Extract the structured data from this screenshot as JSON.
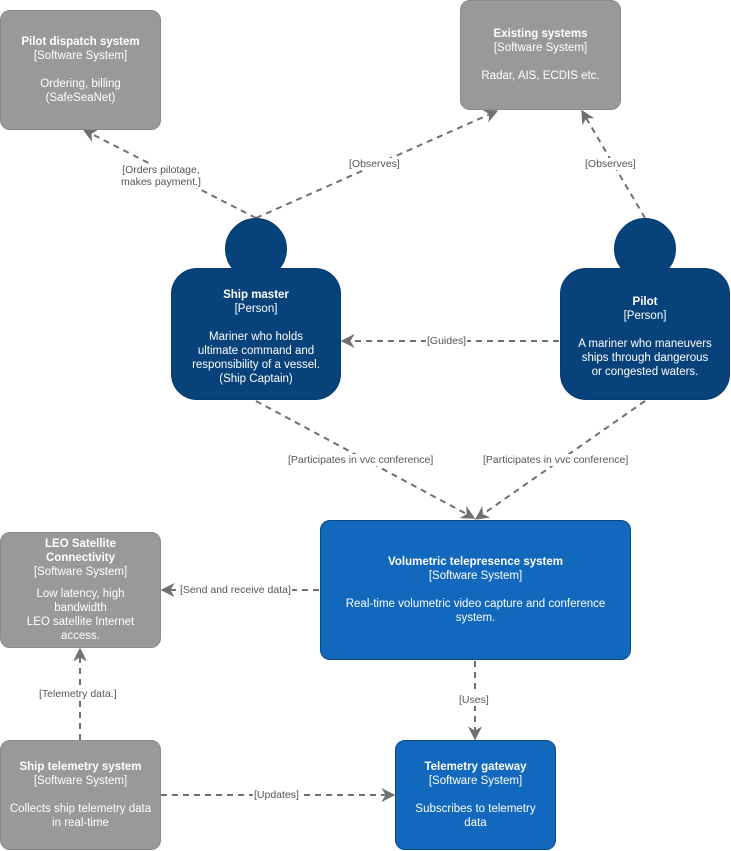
{
  "nodes": {
    "pilot_dispatch": {
      "title": "Pilot dispatch system",
      "type": "[Software System]",
      "desc1": "Ordering, billing",
      "desc2": "(SafeSeaNet)"
    },
    "existing": {
      "title": "Existing systems",
      "type": "[Software System]",
      "desc1": "Radar, AIS, ECDIS etc."
    },
    "ship_master": {
      "title": "Ship master",
      "type": "[Person]",
      "desc1": "Mariner who holds",
      "desc2": "ultimate command and",
      "desc3": "responsibility of a vessel.",
      "desc4": "(Ship Captain)"
    },
    "pilot": {
      "title": "Pilot",
      "type": "[Person]",
      "desc1": "A mariner who maneuvers",
      "desc2": "ships through dangerous",
      "desc3": "or congested waters."
    },
    "leo": {
      "title": "LEO Satellite Connectivity",
      "type": "[Software System]",
      "desc1": "Low latency, high bandwidth",
      "desc2": "LEO satellite Internet access."
    },
    "vts": {
      "title": "Volumetric telepresence system",
      "type": "[Software System]",
      "desc1": "Real-time volumetric video capture and conference",
      "desc2": "system."
    },
    "telemetry_system": {
      "title": "Ship telemetry system",
      "type": "[Software System]",
      "desc1": "Collects ship telemetry data",
      "desc2": "in real-time"
    },
    "telemetry_gateway": {
      "title": "Telemetry gateway",
      "type": "[Software System]",
      "desc1": "Subscribes to telemetry data"
    }
  },
  "edges": {
    "orders": {
      "line1": "[Orders pilotage,",
      "line2": "makes payment.]"
    },
    "observes_master": "[Observes]",
    "observes_pilot": "[Observes]",
    "guides": "[Guides]",
    "participates_master": "[Participates in vvc conference]",
    "participates_pilot": "[Participates in vvc conference]",
    "send_receive": "[Send and receive data]",
    "uses": "[Uses]",
    "telemetry_data": "[Telemetry data.]",
    "updates": "[Updates]"
  },
  "colors": {
    "person": "#08427b",
    "system": "#1168bd",
    "external": "#999999",
    "edge": "#707070"
  }
}
